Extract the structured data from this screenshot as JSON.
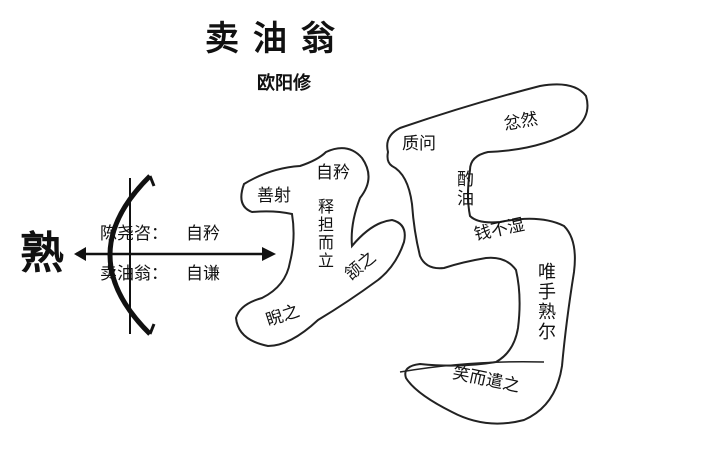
{
  "title": "卖油翁",
  "author": "欧阳修",
  "left_char": "熟",
  "rows": {
    "chen_name": "陈尧咨：",
    "chen_trait": "自矜",
    "weng_name": "卖油翁：",
    "weng_trait": "自谦"
  },
  "diagram": {
    "shan_she": "善射",
    "zi_jin": "自矜",
    "shi_dan_er_li": "释担而立",
    "kui_zhi": "睨之",
    "han_zhi": "颔之",
    "zhi_wen": "质问",
    "fen_ran": "忿然",
    "zhuo_you": "酌油",
    "qian_bu_shi": "钱不湿",
    "wei_shou_shu_er": "唯手熟尔",
    "xiao_er_qian_zhi": "笑而遣之"
  },
  "colors": {
    "line": "#111111",
    "background": "#ffffff"
  }
}
